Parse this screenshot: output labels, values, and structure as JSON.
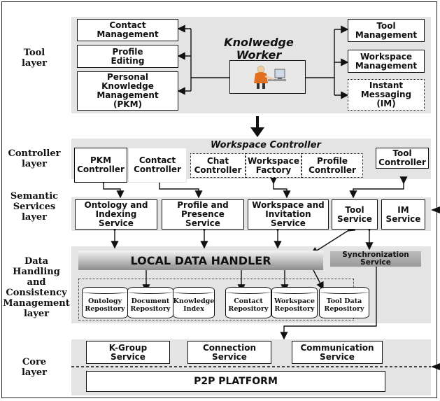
{
  "layers": {
    "tool": "Tool\nlayer",
    "controller": "Controller\nlayer",
    "semantic": "Semantic\nServices\nlayer",
    "data": "Data\nHandling\nand\nConsistency\nManagement\nlayer",
    "core": "Core\nlayer"
  },
  "tool_layer": {
    "center_title": "Knolwedge\nWorker",
    "left_boxes": [
      "Contact\nManagement",
      "Profile\nEditing",
      "Personal\nKnowledge\nManagement\n(PKM)"
    ],
    "right_boxes": [
      "Tool\nManagement",
      "Workspace\nManagement",
      "Instant\nMessaging\n(IM)"
    ]
  },
  "controller_layer": {
    "title": "Workspace Controller",
    "boxes": [
      "PKM\nController",
      "Contact\nController",
      "Chat\nController",
      "Workspace\nFactory",
      "Profile\nController",
      "Tool\nController"
    ]
  },
  "semantic_layer": {
    "boxes": [
      "Ontology and\nIndexing\nService",
      "Profile and\nPresence\nService",
      "Workspace and\nInvitation\nService",
      "Tool\nService",
      "IM\nService"
    ]
  },
  "data_layer": {
    "handler": "LOCAL DATA HANDLER",
    "sync": "Synchronization\nService",
    "repositories": [
      "Ontology\nRepository",
      "Document\nRepository",
      "Knowledge\nIndex",
      "Contact\nRepository",
      "Workspace\nRepository",
      "Tool Data\nRepository"
    ]
  },
  "core_layer": {
    "services": [
      "K-Group\nService",
      "Connection\nService",
      "Communication\nService"
    ],
    "platform": "P2P PLATFORM"
  },
  "colors": {
    "panel": "#e4e4e4",
    "line": "#111111"
  }
}
